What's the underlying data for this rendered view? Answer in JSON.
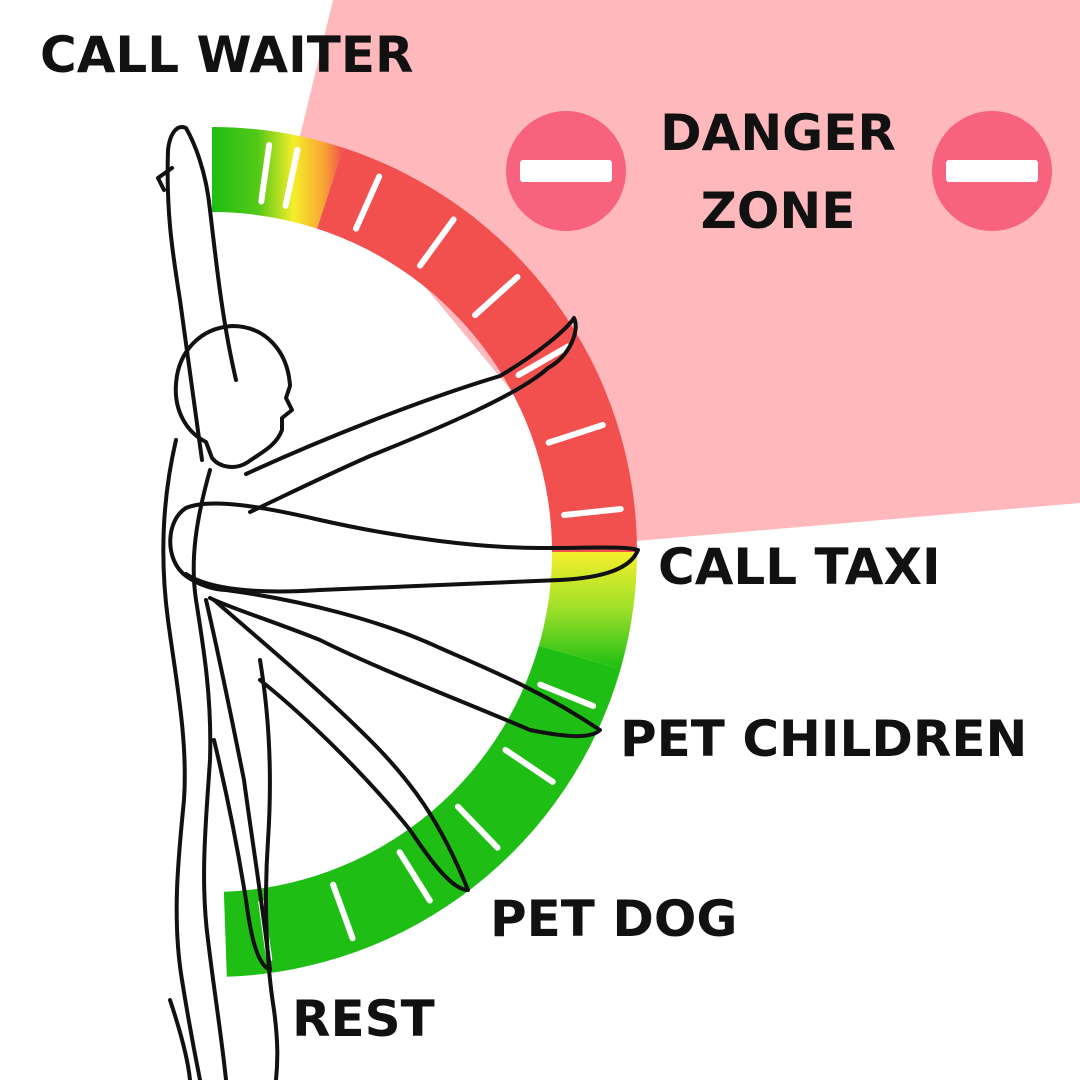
{
  "labels": {
    "call_waiter": "CALL WAITER",
    "danger_line1": "DANGER",
    "danger_line2": "ZONE",
    "call_taxi": "CALL TAXI",
    "pet_children": "PET CHILDREN",
    "pet_dog": "PET DOG",
    "rest": "REST"
  },
  "colors": {
    "danger_zone": "#ffb9bc",
    "no_entry_sign": "#f7627d",
    "gauge_red": "#f24f4f",
    "gauge_green": "#1ebe14",
    "gauge_yellow": "#f4ee2a",
    "outline": "#111111"
  },
  "icons": [
    "no-entry-icon",
    "no-entry-icon"
  ]
}
